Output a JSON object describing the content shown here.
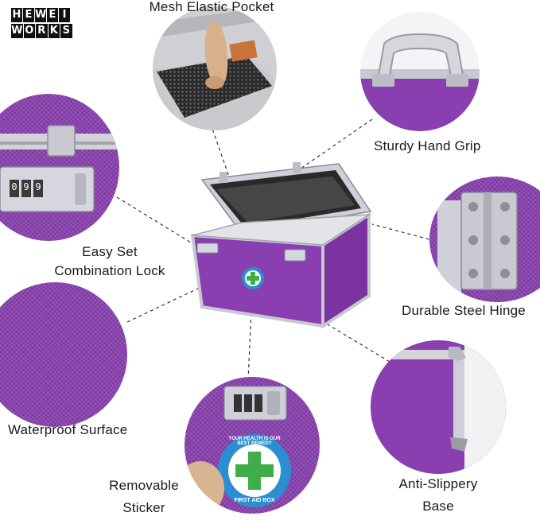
{
  "brand": {
    "logo_line1": [
      "H",
      "E",
      "W",
      "E",
      "I"
    ],
    "logo_line2": [
      "W",
      "O",
      "R",
      "K",
      "S"
    ]
  },
  "features": {
    "mesh_pocket": "Mesh Elastic Pocket",
    "hand_grip": "Sturdy Hand  Grip",
    "lock_line1": "Easy Set",
    "lock_line2": "Combination Lock",
    "hinge": "Durable Steel Hinge",
    "surface": "Waterproof Surface",
    "sticker_line1": "Removable",
    "sticker_line2": "Sticker",
    "base_line1": "Anti-Slippery",
    "base_line2": "Base"
  },
  "sticker_text": {
    "top_arc": "YOUR HEALTH IS OUR BEST REMEDY",
    "bottom_arc": "FIRST AID BOX"
  },
  "lock_digits": [
    "0",
    "9",
    "9"
  ],
  "colors": {
    "case_purple": "#8a3fb0",
    "aluminum": "#d9d9df",
    "sticker_blue": "#2a8fd0",
    "cross_green": "#3fae49"
  }
}
